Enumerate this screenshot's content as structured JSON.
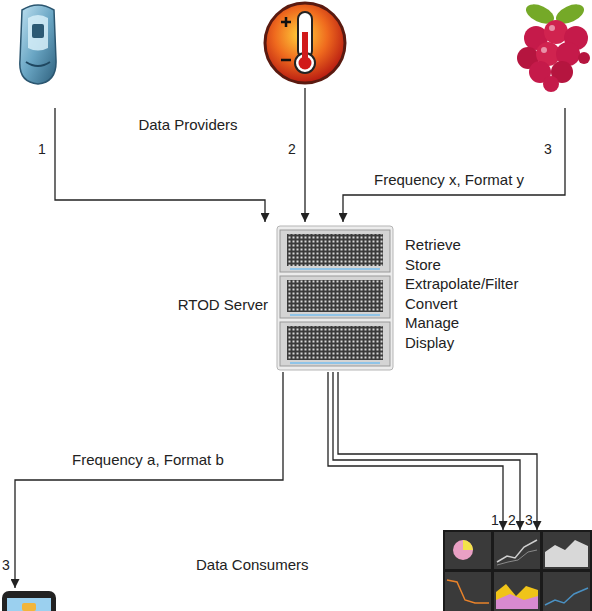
{
  "diagram": {
    "nodes": [
      {
        "text": []
      },
      {
        "text": []
      },
      {
        "text": []
      },
      {
        "text": [
          "RTOD Server",
          "Retrieve",
          "Store",
          "Extrapolate/Filter",
          "Convert",
          "Manage",
          "Display"
        ]
      },
      {
        "text": []
      },
      {
        "text": []
      }
    ],
    "edges": [
      {
        "from": 0,
        "to": 3,
        "label": "1",
        "arrow": "to"
      },
      {
        "from": 1,
        "to": 3,
        "label": "2",
        "arrow": "to"
      },
      {
        "from": 2,
        "to": 3,
        "label": "3",
        "arrow": "to"
      },
      {
        "from": 3,
        "to": 4,
        "label": "3",
        "arrow": "to"
      },
      {
        "from": 3,
        "to": 5,
        "label": "1",
        "arrow": "to"
      },
      {
        "from": 3,
        "to": 5,
        "label": "2",
        "arrow": "to"
      },
      {
        "from": 3,
        "to": 5,
        "label": "3",
        "arrow": "to"
      }
    ],
    "labels": [
      "Data Providers",
      "Frequency x, Format y",
      "Frequency a, Format b",
      "Data Consumers"
    ]
  }
}
